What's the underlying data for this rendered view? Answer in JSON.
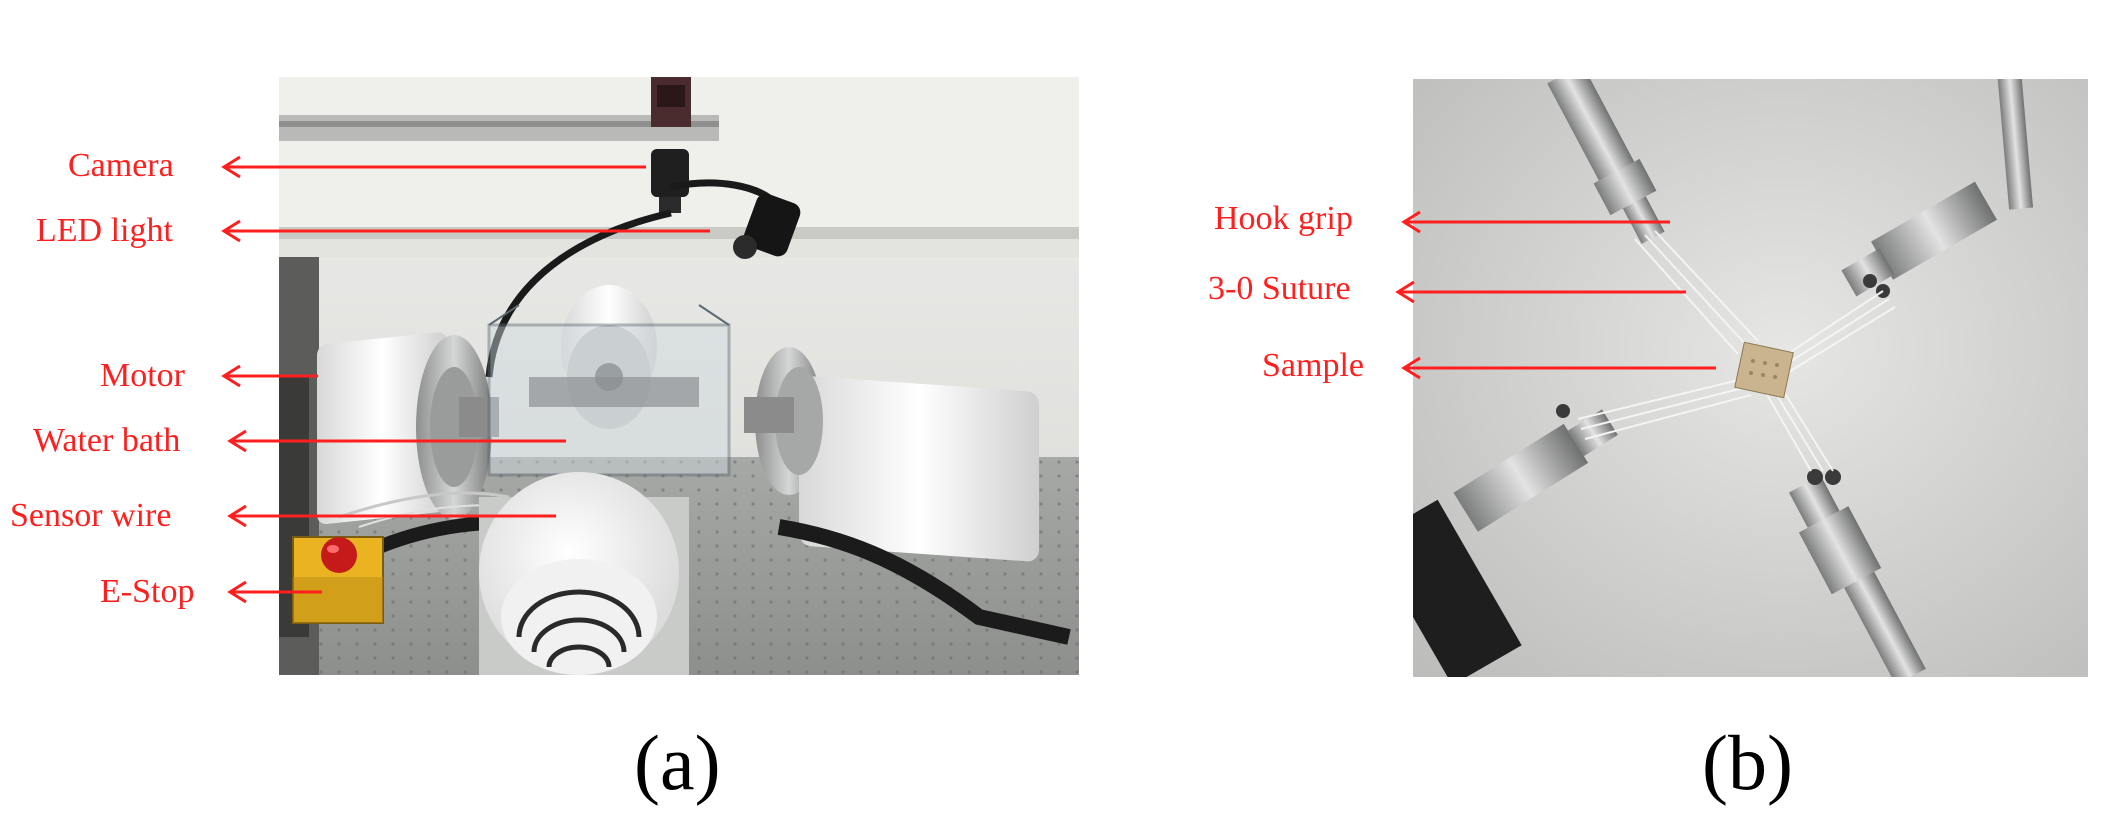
{
  "panel_a": {
    "caption": "(a)",
    "labels": [
      "Camera",
      "LED light",
      "Motor",
      "Water bath",
      "Sensor wire",
      "E-Stop"
    ]
  },
  "panel_b": {
    "caption": "(b)",
    "labels": [
      "Hook grip",
      "3-0 Suture",
      "Sample"
    ]
  },
  "colors": {
    "annotation": "#ff1f1f",
    "caption": "#000000"
  }
}
